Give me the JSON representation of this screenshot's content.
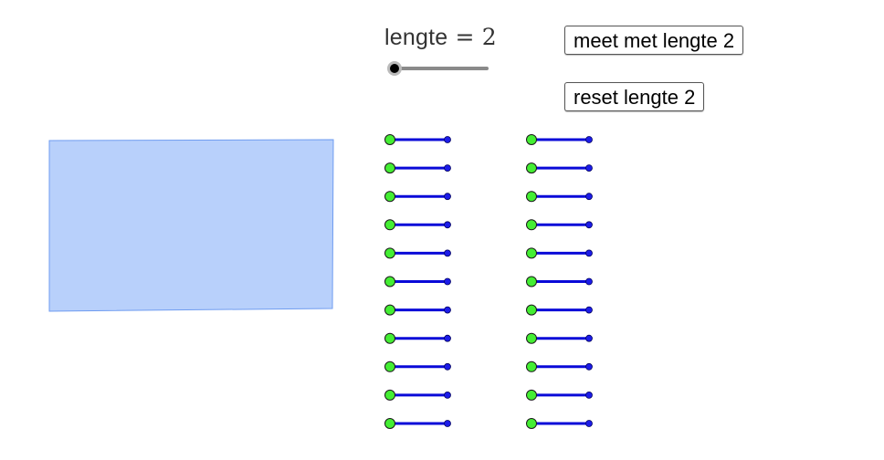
{
  "slider": {
    "name": "lengte",
    "operator": "=",
    "value": 2,
    "min": 2,
    "max": 20,
    "track_color": "#8a8a8a",
    "knob_color": "#000000"
  },
  "buttons": {
    "measure_label": "meet met lengte 2",
    "reset_label": "reset lengte 2"
  },
  "rectangle": {
    "fill": "#b8d0fb",
    "stroke": "#6f9cf0"
  },
  "segments": {
    "columns": 2,
    "rows": 11,
    "segment_color": "#0a0ad8",
    "start_point_color": "#44ee33",
    "end_point_color": "#1c1ce8"
  }
}
